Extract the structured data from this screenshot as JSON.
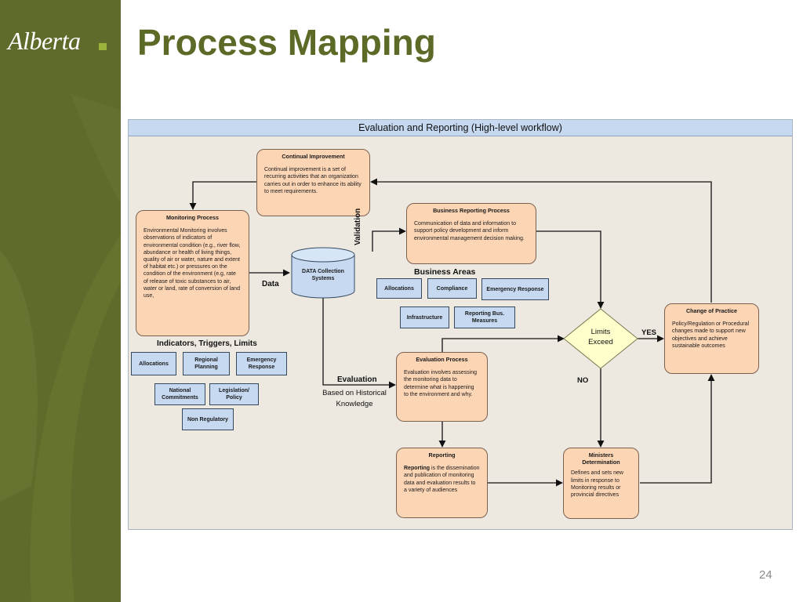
{
  "slide": {
    "title": "Process Mapping",
    "page_number": "24",
    "logo_text": "Alberta"
  },
  "diagram": {
    "header": "Evaluation and Reporting (High-level workflow)",
    "continual_improvement": {
      "title": "Continual Improvement",
      "body": "Continual improvement is a set of recurring activities that an organization carries out in order to enhance its ability to meet requirements."
    },
    "monitoring": {
      "title": "Monitoring Process",
      "body": "Environmental Monitoring involves observations of indicators of environmental condition (e.g., river flow, abundance or health of living things, quality of air or water, nature and extent of habitat etc.) or pressures on the condition of the environment (e.g, rate of release of toxic substances to air, water or land, rate of conversion of land use,"
    },
    "data_collection": "DATA Collection Systems",
    "data_label": "Data",
    "validation_label": "Validation",
    "business_reporting": {
      "title": "Business Reporting Process",
      "body": "Communication of data and information to support policy development and inform environmental management decision making."
    },
    "business_areas": {
      "heading": "Business Areas",
      "items": [
        "Allocations",
        "Compliance",
        "Emergency Response",
        "Infrastructure",
        "Reporting Bus. Measures"
      ]
    },
    "indicators": {
      "heading": "Indicators, Triggers, Limits",
      "items": [
        "Allocations",
        "Regional Planning",
        "Emergency Response",
        "National Commitments",
        "Legislation/ Policy",
        "Non Regulatory"
      ]
    },
    "evaluation_label": "Evaluation",
    "evaluation_sub": "Based on Historical Knowledge",
    "evaluation_process": {
      "title": "Evaluation Process",
      "body": "Evaluation involves assessing the monitoring data to determine what is happening to the environment and why."
    },
    "decision": "Limits Exceed",
    "yes_label": "YES",
    "no_label": "NO",
    "change_of_practice": {
      "title": "Change of Practice",
      "body": "Policy/Regulation or Procedural changes made to support new objectives and achieve sustainable outcomes"
    },
    "reporting": {
      "title": "Reporting",
      "body_bold": "Reporting",
      "body": " is the dissemination and publication of monitoring data and evaluation results to a variety of audiences"
    },
    "ministers": {
      "title": "Ministers Determination",
      "body": "Defines and sets new limits in response to Monitoring results or provincial directives"
    }
  }
}
